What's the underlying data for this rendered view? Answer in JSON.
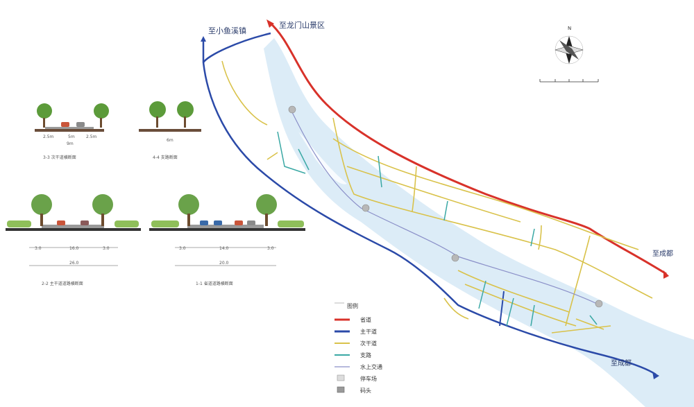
{
  "labels": {
    "top_left": "至小鱼溪镇",
    "top_center": "至龙门山景区",
    "right_mid": "至成都",
    "bottom_right": "至成都"
  },
  "compass": {
    "north": "N"
  },
  "sections": {
    "s33": {
      "dims": [
        "2.5m",
        "5m",
        "2.5m"
      ],
      "total": "9m",
      "caption": "3-3 次干道横断面"
    },
    "s44": {
      "dims": [
        "6m"
      ],
      "caption": "4-4 支路断面"
    },
    "s22": {
      "dims": [
        "3.0",
        "16.0",
        "3.0"
      ],
      "total": "26.0",
      "caption": "2-2 主干道道路横断面"
    },
    "s11": {
      "dims": [
        "3.0",
        "14.0",
        "3.0"
      ],
      "total": "20.0",
      "caption": "1-1 省道道路横断面"
    }
  },
  "legend": {
    "title": "图例",
    "items": [
      {
        "label": "省道",
        "color": "#d8322a"
      },
      {
        "label": "主干道",
        "color": "#2b4aa8"
      },
      {
        "label": "次干道",
        "color": "#d9c24a"
      },
      {
        "label": "支路",
        "color": "#3aa8a4"
      },
      {
        "label": "水上交通",
        "color": "#8a8fc8"
      },
      {
        "label": "停车场",
        "color": "#999999"
      },
      {
        "label": "码头",
        "color": "#666666"
      }
    ]
  }
}
